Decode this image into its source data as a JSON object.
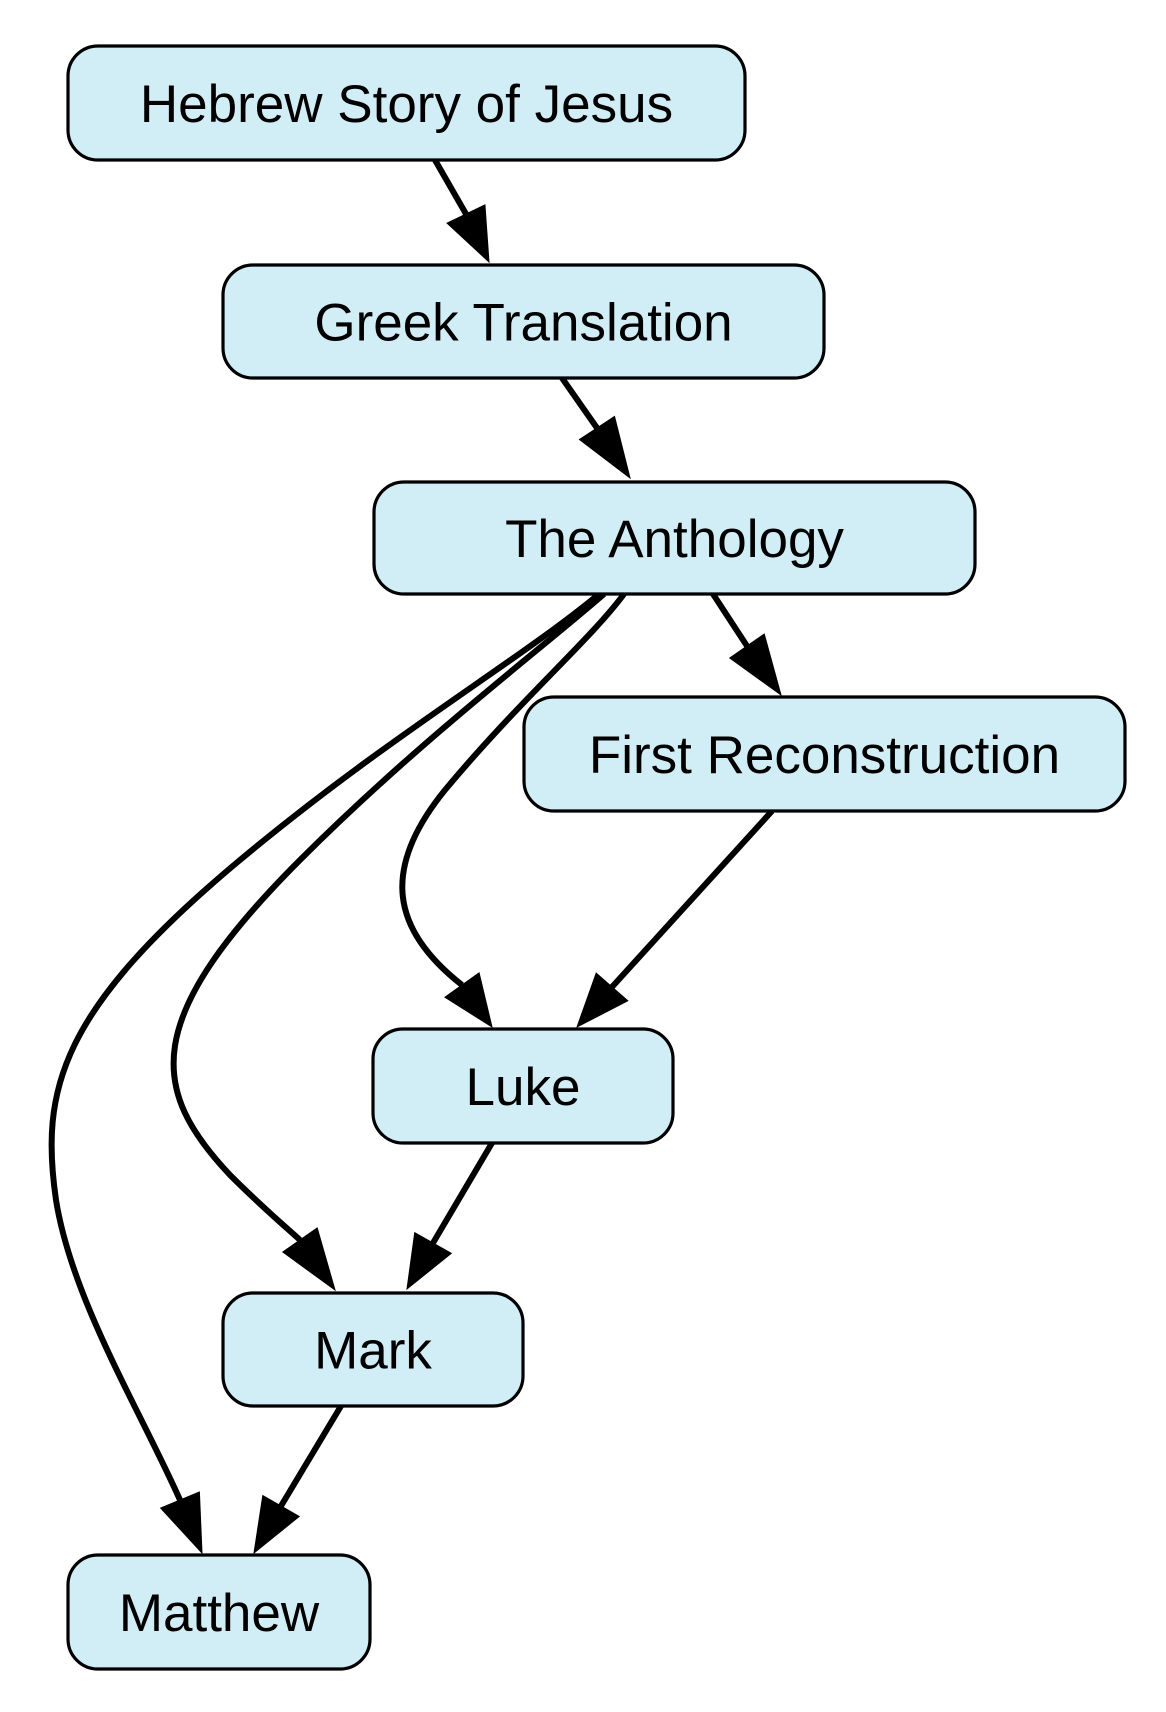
{
  "diagram": {
    "type": "directed-graph",
    "node_fill": "#D1EDF5",
    "node_stroke": "#000000",
    "edge_color": "#000000",
    "nodes": [
      {
        "id": "hebrew",
        "label": "Hebrew Story of Jesus"
      },
      {
        "id": "greek",
        "label": "Greek Translation"
      },
      {
        "id": "anthology",
        "label": "The Anthology"
      },
      {
        "id": "first_reconstruction",
        "label": "First Reconstruction"
      },
      {
        "id": "luke",
        "label": "Luke"
      },
      {
        "id": "mark",
        "label": "Mark"
      },
      {
        "id": "matthew",
        "label": "Matthew"
      }
    ],
    "edges": [
      {
        "from": "hebrew",
        "to": "greek"
      },
      {
        "from": "greek",
        "to": "anthology"
      },
      {
        "from": "anthology",
        "to": "first_reconstruction"
      },
      {
        "from": "anthology",
        "to": "luke"
      },
      {
        "from": "anthology",
        "to": "mark"
      },
      {
        "from": "anthology",
        "to": "matthew"
      },
      {
        "from": "first_reconstruction",
        "to": "luke"
      },
      {
        "from": "luke",
        "to": "mark"
      },
      {
        "from": "mark",
        "to": "matthew"
      }
    ]
  }
}
